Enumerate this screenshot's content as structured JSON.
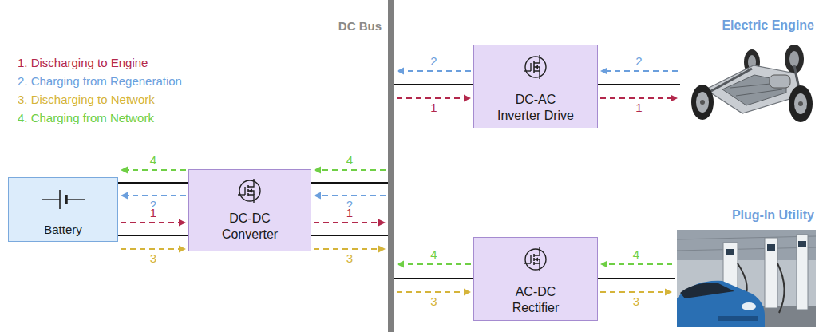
{
  "diagram": {
    "nodes": [
      {
        "text": [
          "DC Bus"
        ]
      },
      {
        "text": [
          "DC-AC Inverter Drive"
        ]
      },
      {
        "text": [
          "Electric Engine"
        ]
      },
      {
        "text": [
          "Battery"
        ]
      },
      {
        "text": [
          "DC-DC Converter"
        ]
      },
      {
        "text": [
          "Plug-In Utility"
        ]
      },
      {
        "text": [
          "AC-DC Rectifier"
        ]
      }
    ],
    "edges": [
      {
        "from": 1,
        "to": 0,
        "label": "2",
        "arrow": "to"
      },
      {
        "from": 0,
        "to": 1,
        "arrow": "none"
      },
      {
        "from": 0,
        "to": 1,
        "label": "1",
        "arrow": "to"
      },
      {
        "from": 2,
        "to": 1,
        "label": "2",
        "arrow": "to"
      },
      {
        "from": 1,
        "to": 2,
        "arrow": "none"
      },
      {
        "from": 1,
        "to": 2,
        "label": "1",
        "arrow": "to"
      },
      {
        "from": 4,
        "to": 3,
        "label": "4",
        "arrow": "to"
      },
      {
        "from": 3,
        "to": 4,
        "arrow": "none"
      },
      {
        "from": 4,
        "to": 3,
        "label": "2",
        "arrow": "to"
      },
      {
        "from": 3,
        "to": 4,
        "label": "1",
        "arrow": "to"
      },
      {
        "from": 3,
        "to": 4,
        "arrow": "none"
      },
      {
        "from": 3,
        "to": 4,
        "label": "3",
        "arrow": "to"
      },
      {
        "from": 0,
        "to": 4,
        "label": "4",
        "arrow": "to"
      },
      {
        "from": 4,
        "to": 0,
        "arrow": "none"
      },
      {
        "from": 0,
        "to": 4,
        "label": "2",
        "arrow": "to"
      },
      {
        "from": 4,
        "to": 0,
        "label": "1",
        "arrow": "to"
      },
      {
        "from": 4,
        "to": 0,
        "arrow": "none"
      },
      {
        "from": 4,
        "to": 0,
        "label": "3",
        "arrow": "to"
      },
      {
        "from": 6,
        "to": 0,
        "label": "4",
        "arrow": "to"
      },
      {
        "from": 0,
        "to": 6,
        "arrow": "none"
      },
      {
        "from": 0,
        "to": 6,
        "label": "3",
        "arrow": "to"
      },
      {
        "from": 5,
        "to": 6,
        "label": "4",
        "arrow": "to"
      },
      {
        "from": 6,
        "to": 5,
        "arrow": "none"
      },
      {
        "from": 6,
        "to": 5,
        "label": "3",
        "arrow": "to"
      }
    ],
    "legend": [
      {
        "text": "1. Discharging to Engine"
      },
      {
        "text": "2. Charging from Regeneration"
      },
      {
        "text": "3. Discharging to Network"
      },
      {
        "text": "4. Charging from Network"
      }
    ]
  }
}
